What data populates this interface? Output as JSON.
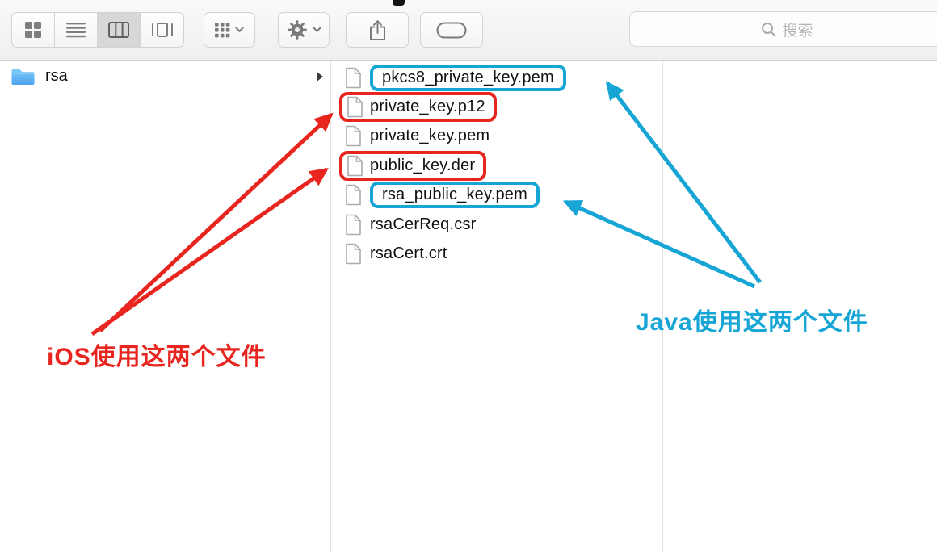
{
  "toolbar": {
    "view_modes": [
      {
        "id": "icon-view",
        "icon": "grid-2x2-icon",
        "selected": false
      },
      {
        "id": "list-view",
        "icon": "list-lines-icon",
        "selected": false
      },
      {
        "id": "column-view",
        "icon": "columns-icon",
        "selected": true
      },
      {
        "id": "gallery-view",
        "icon": "cover-flow-icon",
        "selected": false
      }
    ],
    "arrange_button": {
      "icon": "group-grid-icon",
      "has_dropdown": true
    },
    "action_button": {
      "icon": "gear-icon",
      "has_dropdown": true
    },
    "share_button": {
      "icon": "share-icon"
    },
    "tag_button": {
      "icon": "tag-oval-icon"
    },
    "search": {
      "placeholder": "搜索",
      "value": "",
      "icon": "search-icon"
    }
  },
  "columns": {
    "folders": [
      {
        "name": "rsa",
        "icon": "folder-icon",
        "has_children": true
      }
    ],
    "files": [
      {
        "name": "pkcs8_private_key.pem",
        "icon": "document-icon",
        "highlight": "blue"
      },
      {
        "name": "private_key.p12",
        "icon": "document-icon",
        "highlight": "red"
      },
      {
        "name": "private_key.pem",
        "icon": "document-icon",
        "highlight": null
      },
      {
        "name": "public_key.der",
        "icon": "document-icon",
        "highlight": "red"
      },
      {
        "name": "rsa_public_key.pem",
        "icon": "document-icon",
        "highlight": "blue"
      },
      {
        "name": "rsaCerReq.csr",
        "icon": "document-icon",
        "highlight": null
      },
      {
        "name": "rsaCert.crt",
        "icon": "document-icon",
        "highlight": null
      }
    ]
  },
  "annotations": {
    "ios": {
      "label": "iOS使用这两个文件",
      "color": "#e8261f",
      "targets": [
        "private_key.p12",
        "public_key.der"
      ]
    },
    "java": {
      "label": "Java使用这两个文件",
      "color": "#17a5d6",
      "targets": [
        "pkcs8_private_key.pem",
        "rsa_public_key.pem"
      ]
    }
  }
}
